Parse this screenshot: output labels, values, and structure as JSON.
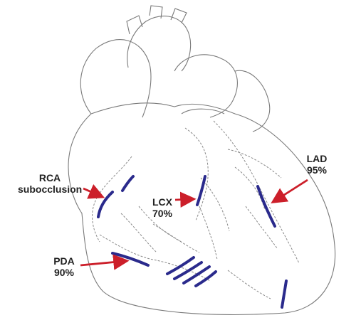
{
  "labels": {
    "rca": {
      "name": "RCA",
      "detail": "subocclusion"
    },
    "lcx": {
      "name": "LCX",
      "detail": "70%"
    },
    "lad": {
      "name": "LAD",
      "detail": "95%"
    },
    "pda": {
      "name": "PDA",
      "detail": "90%"
    }
  },
  "colors": {
    "arrow": "#cc1f2a",
    "lesion": "#2a2a8c",
    "outline": "#7a7a7a",
    "vessel_dashed": "#8a8a8a",
    "label_text": "#222222"
  }
}
